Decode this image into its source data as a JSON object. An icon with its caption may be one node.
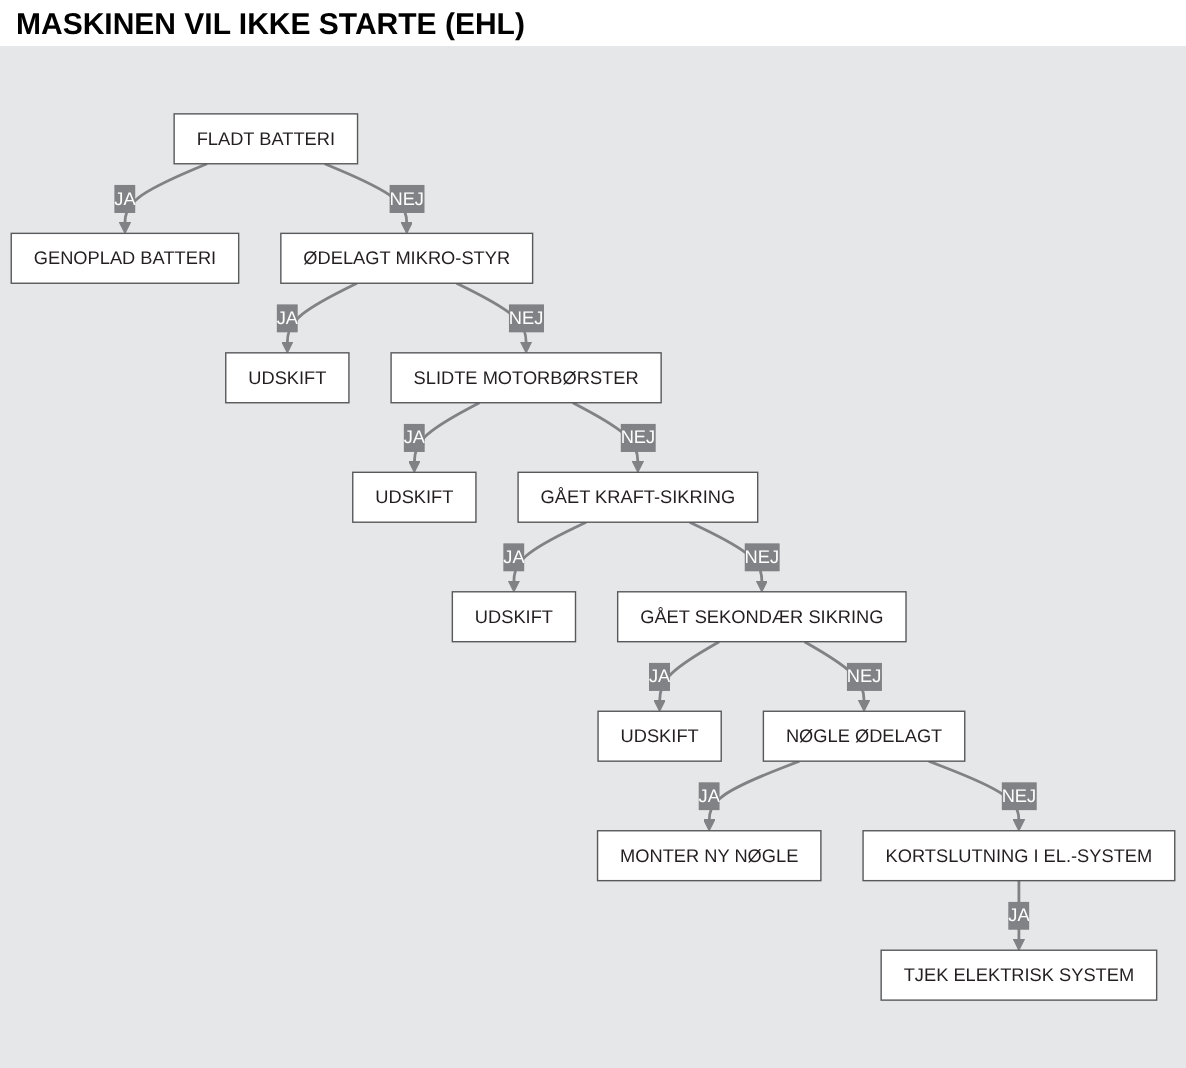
{
  "diagram": {
    "title": "MASKINEN VIL IKKE STARTE (EHL)",
    "nodes": [
      {
        "text": [
          "FLADT BATTERI"
        ]
      },
      {
        "text": [
          "GENOPLAD BATTERI"
        ]
      },
      {
        "text": [
          "ØDELAGT MIKRO-STYR"
        ]
      },
      {
        "text": [
          "UDSKIFT"
        ]
      },
      {
        "text": [
          "SLIDTE MOTORBØRSTER"
        ]
      },
      {
        "text": [
          "UDSKIFT"
        ]
      },
      {
        "text": [
          "GÅET KRAFT-SIKRING"
        ]
      },
      {
        "text": [
          "UDSKIFT"
        ]
      },
      {
        "text": [
          "GÅET SEKONDÆR SIKRING"
        ]
      },
      {
        "text": [
          "UDSKIFT"
        ]
      },
      {
        "text": [
          "NØGLE ØDELAGT"
        ]
      },
      {
        "text": [
          "MONTER NY NØGLE"
        ]
      },
      {
        "text": [
          "KORTSLUTNING I EL.-SYSTEM"
        ]
      },
      {
        "text": [
          "TJEK ELEKTRISK SYSTEM"
        ]
      }
    ],
    "edges": [
      {
        "from": 0,
        "to": 1,
        "arrow": "to",
        "label": "JA"
      },
      {
        "from": 0,
        "to": 2,
        "arrow": "to",
        "label": "NEJ"
      },
      {
        "from": 2,
        "to": 3,
        "arrow": "to",
        "label": "JA"
      },
      {
        "from": 2,
        "to": 4,
        "arrow": "to",
        "label": "NEJ"
      },
      {
        "from": 4,
        "to": 5,
        "arrow": "to",
        "label": "JA"
      },
      {
        "from": 4,
        "to": 6,
        "arrow": "to",
        "label": "NEJ"
      },
      {
        "from": 6,
        "to": 7,
        "arrow": "to",
        "label": "JA"
      },
      {
        "from": 6,
        "to": 8,
        "arrow": "to",
        "label": "NEJ"
      },
      {
        "from": 8,
        "to": 9,
        "arrow": "to",
        "label": "JA"
      },
      {
        "from": 8,
        "to": 10,
        "arrow": "to",
        "label": "NEJ"
      },
      {
        "from": 10,
        "to": 11,
        "arrow": "to",
        "label": "JA"
      },
      {
        "from": 10,
        "to": 12,
        "arrow": "to",
        "label": "NEJ"
      },
      {
        "from": 12,
        "to": 13,
        "arrow": "to",
        "label": "JA"
      }
    ]
  }
}
